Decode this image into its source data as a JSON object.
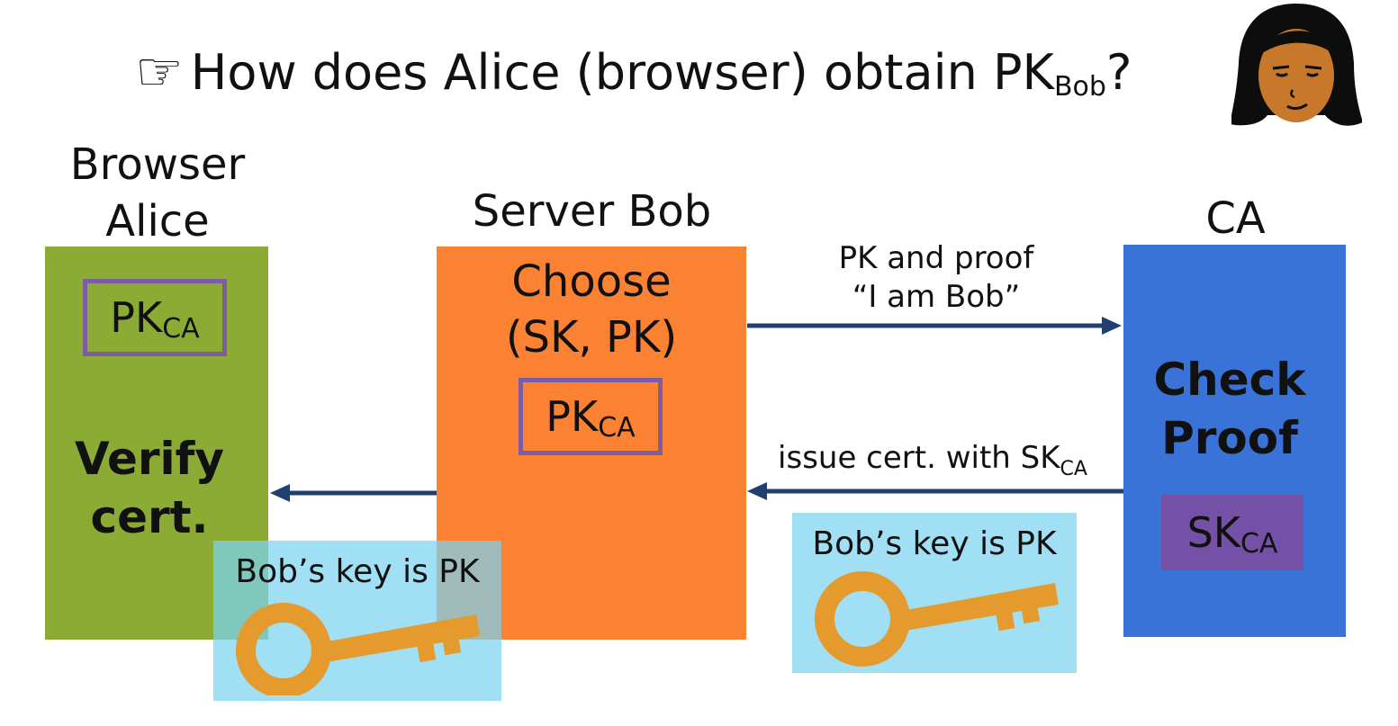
{
  "title": {
    "hand_glyph": "☞",
    "text_main": "How does Alice (browser) obtain PK",
    "text_sub": "Bob",
    "text_end": "?"
  },
  "alice": {
    "label_line1": "Browser",
    "label_line2": "Alice",
    "key_main": "PK",
    "key_sub": "CA",
    "action_line1": "Verify",
    "action_line2": "cert.",
    "color": "#8bab35"
  },
  "bob": {
    "label": "Server Bob",
    "action_line1": "Choose",
    "action_line2": "(SK, PK)",
    "key_main": "PK",
    "key_sub": "CA",
    "color": "#fb8232"
  },
  "ca": {
    "label": "CA",
    "action_line1": "Check",
    "action_line2": "Proof",
    "key_main": "SK",
    "key_sub": "CA",
    "color": "#3a73d8"
  },
  "arrows": {
    "bob_to_ca_line1": "PK and proof",
    "bob_to_ca_line2": "“I am Bob”",
    "ca_to_bob_main": "issue cert. with SK",
    "ca_to_bob_sub": "CA"
  },
  "certificates": {
    "text": "Bob’s key is PK",
    "key_icon": "key-icon",
    "color": "#7cd3f0"
  },
  "colors": {
    "arrow": "#1f3f6e",
    "key_frame": "#7d5ca3",
    "key": "#e59a2e"
  }
}
